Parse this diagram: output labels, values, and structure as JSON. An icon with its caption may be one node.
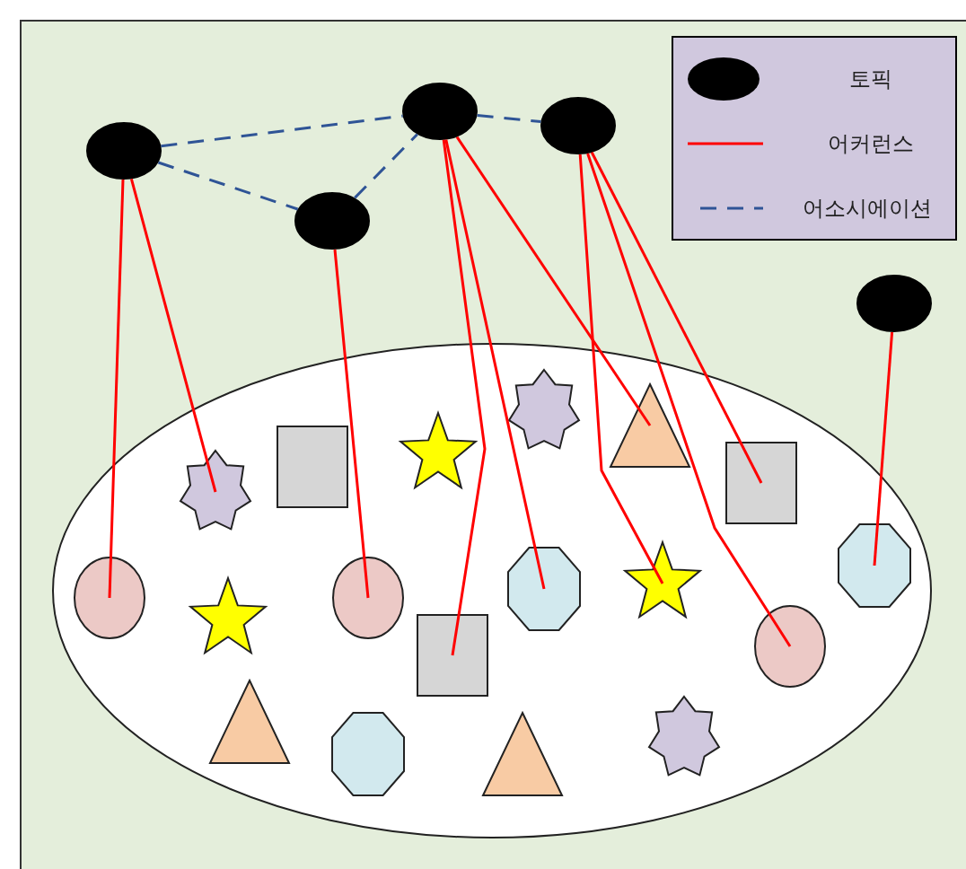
{
  "diagram": {
    "nodes": [
      {
        "text": [],
        "shape": "ellipse"
      },
      {
        "text": [],
        "shape": "ellipse"
      },
      {
        "text": [],
        "shape": "ellipse"
      },
      {
        "text": [],
        "shape": "ellipse"
      },
      {
        "text": [],
        "shape": "ellipse"
      },
      {
        "text": [],
        "shape": "ellipse"
      },
      {
        "text": [],
        "shape": "burst",
        "in": 5
      },
      {
        "text": [],
        "shape": "triangle",
        "in": 5
      },
      {
        "text": [],
        "shape": "star",
        "in": 5
      },
      {
        "text": [],
        "shape": "box",
        "in": 5
      },
      {
        "text": [],
        "shape": "box",
        "in": 5
      },
      {
        "text": [],
        "shape": "burst",
        "in": 5
      },
      {
        "text": [],
        "shape": "octagon",
        "in": 5
      },
      {
        "text": [],
        "shape": "star",
        "in": 5
      },
      {
        "text": [],
        "shape": "octagon",
        "in": 5
      },
      {
        "text": [],
        "shape": "ellipse",
        "in": 5
      },
      {
        "text": [],
        "shape": "ellipse",
        "in": 5
      },
      {
        "text": [],
        "shape": "star",
        "in": 5
      },
      {
        "text": [],
        "shape": "ellipse",
        "in": 5
      },
      {
        "text": [],
        "shape": "box",
        "in": 5
      },
      {
        "text": [],
        "shape": "triangle",
        "in": 5
      },
      {
        "text": [],
        "shape": "burst",
        "in": 5
      },
      {
        "text": [],
        "shape": "octagon",
        "in": 5
      },
      {
        "text": [],
        "shape": "triangle",
        "in": 5
      }
    ],
    "edges": [
      {
        "from": 0,
        "to": 2,
        "arrow": "none",
        "style": "dashed",
        "color": "#2f5496"
      },
      {
        "from": 0,
        "to": 1,
        "arrow": "none",
        "style": "dashed",
        "color": "#2f5496"
      },
      {
        "from": 1,
        "to": 2,
        "arrow": "none",
        "style": "dashed",
        "color": "#2f5496"
      },
      {
        "from": 2,
        "to": 3,
        "arrow": "none",
        "style": "dashed",
        "color": "#2f5496"
      },
      {
        "from": 0,
        "to": 15,
        "arrow": "none"
      },
      {
        "from": 0,
        "to": 11,
        "arrow": "none"
      },
      {
        "from": 1,
        "to": 16,
        "arrow": "none"
      },
      {
        "from": 2,
        "to": 19,
        "arrow": "none"
      },
      {
        "from": 2,
        "to": 14,
        "arrow": "none"
      },
      {
        "from": 2,
        "to": 7,
        "arrow": "none"
      },
      {
        "from": 3,
        "to": 13,
        "arrow": "none"
      },
      {
        "from": 3,
        "to": 18,
        "arrow": "none"
      },
      {
        "from": 3,
        "to": 10,
        "arrow": "none"
      },
      {
        "from": 4,
        "to": 12,
        "arrow": "none"
      }
    ],
    "legend": [
      {
        "text": "토픽"
      },
      {
        "text": "어커런스"
      },
      {
        "text": "어소시에이션"
      }
    ]
  }
}
